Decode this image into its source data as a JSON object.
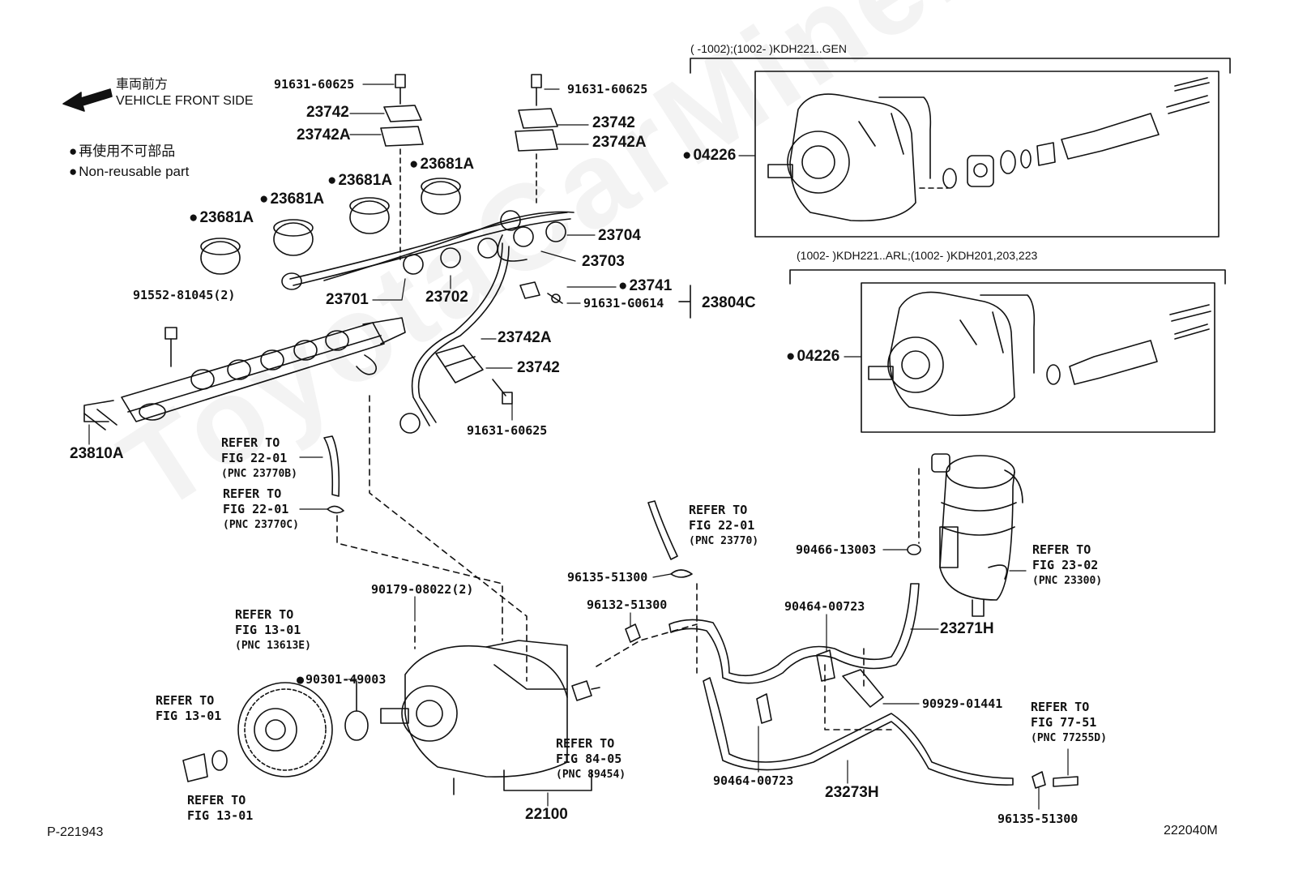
{
  "header": {
    "direction_jp": "車両前方",
    "direction_en": "VEHICLE FRONT SIDE",
    "legend_jp": "再使用不可部品",
    "legend_en": "Non-reusable part"
  },
  "variants": {
    "top": "(      -1002);(1002-        )KDH221..GEN",
    "bottom": "(1002-        )KDH221..ARL;(1002-        )KDH201,203,223"
  },
  "parts": {
    "p9163160625_a": "91631-60625",
    "p23742_a": "23742",
    "p23742A_a": "23742A",
    "p9163160625_b": "91631-60625",
    "p23742_b": "23742",
    "p23742A_b": "23742A",
    "p23681A_1": "23681A",
    "p23681A_2": "23681A",
    "p23681A_3": "23681A",
    "p23681A_4": "23681A",
    "p04226_a": "04226",
    "p04226_b": "04226",
    "p23704": "23704",
    "p23703": "23703",
    "p23701": "23701",
    "p23702": "23702",
    "p23741": "23741",
    "p9163160614": "91631-G0614",
    "p23804C": "23804C",
    "p9155281045": "91552-81045(2)",
    "p23742A_c": "23742A",
    "p23742_c": "23742",
    "p9163160625_c": "91631-60625",
    "p23810A": "23810A",
    "p9046613003": "90466-13003",
    "p9613551300_a": "96135-51300",
    "p9613251300": "96132-51300",
    "p9017908022": "90179-08022(2)",
    "p9046400723_a": "90464-00723",
    "p23271H": "23271H",
    "p9030149003": "90301-49003",
    "p9092901441": "90929-01441",
    "p9046400723_b": "90464-00723",
    "p23273H": "23273H",
    "p22100": "22100",
    "p9613551300_b": "96135-51300"
  },
  "refs": {
    "r1": {
      "line1": "REFER TO",
      "line2": "FIG 22-01",
      "pnc": "(PNC 23770B)"
    },
    "r2": {
      "line1": "REFER TO",
      "line2": "FIG 22-01",
      "pnc": "(PNC 23770C)"
    },
    "r3": {
      "line1": "REFER TO",
      "line2": "FIG 22-01",
      "pnc": "(PNC 23770)"
    },
    "r4": {
      "line1": "REFER TO",
      "line2": "FIG 23-02",
      "pnc": "(PNC 23300)"
    },
    "r5": {
      "line1": "REFER TO",
      "line2": "FIG 13-01",
      "pnc": "(PNC 13613E)"
    },
    "r6": {
      "line1": "REFER TO",
      "line2": "FIG 13-01"
    },
    "r7": {
      "line1": "REFER TO",
      "line2": "FIG 13-01"
    },
    "r8": {
      "line1": "REFER TO",
      "line2": "FIG 84-05",
      "pnc": "(PNC 89454)"
    },
    "r9": {
      "line1": "REFER TO",
      "line2": "FIG 77-51",
      "pnc": "(PNC 77255D)"
    }
  },
  "footer": {
    "left": "P-221943",
    "right": "222040M"
  },
  "watermark": "ToyotaCarMine.ru",
  "colors": {
    "ink": "#111111",
    "paper": "#ffffff"
  }
}
